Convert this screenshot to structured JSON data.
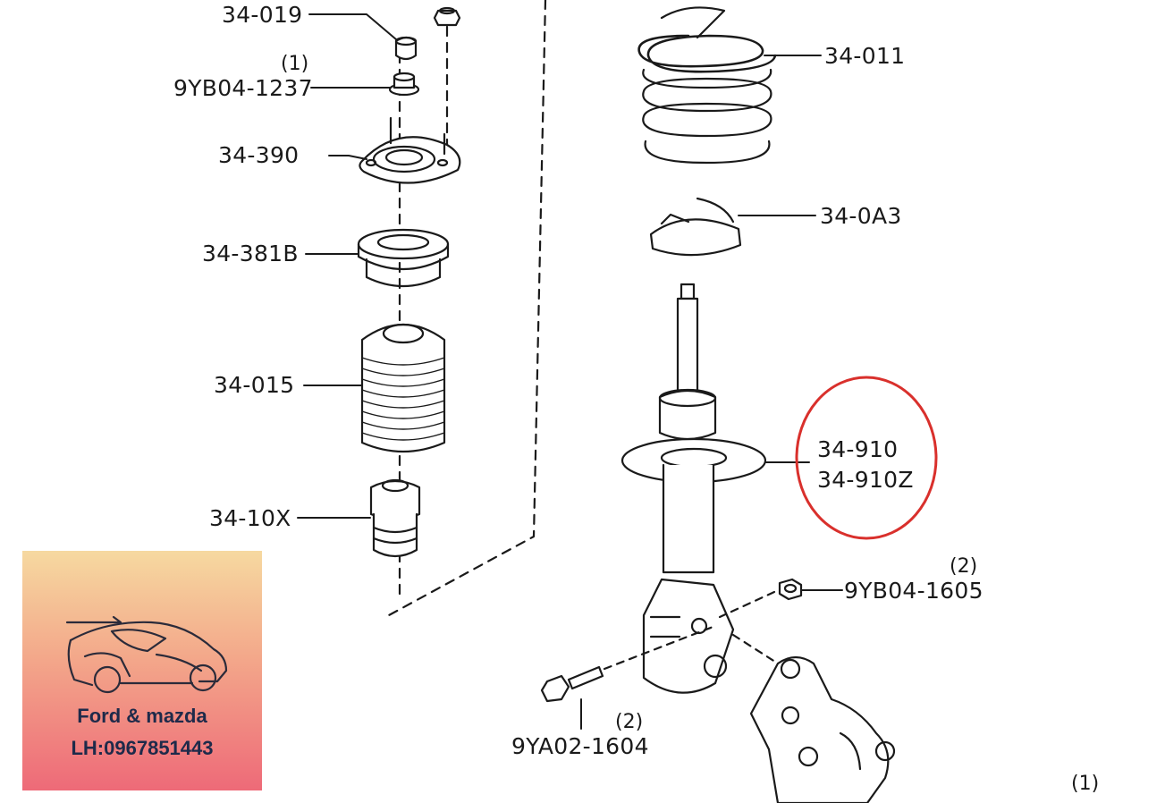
{
  "labels": {
    "p34_019": "34-019",
    "p9yb04_1237": "9YB04-1237",
    "q1_top": "(1)",
    "p34_390": "34-390",
    "p34_381b": "34-381B",
    "p34_015": "34-015",
    "p34_10x": "34-10X",
    "p34_011": "34-011",
    "p34_0a3": "34-0A3",
    "p34_910": "34-910",
    "p34_910z": "34-910Z",
    "q2_nut": "(2)",
    "p9yb04_1605": "9YB04-1605",
    "q2_bolt": "(2)",
    "p9ya02_1604": "9YA02-1604",
    "q1_bottom": "(1)"
  },
  "colors": {
    "line": "#1a1a1a",
    "highlight": "#d9302c",
    "badge_text": "#1e2a4a"
  },
  "badge": {
    "line1": "Ford & mazda",
    "line2": "LH:0967851443",
    "icon": "sports-car-icon"
  }
}
